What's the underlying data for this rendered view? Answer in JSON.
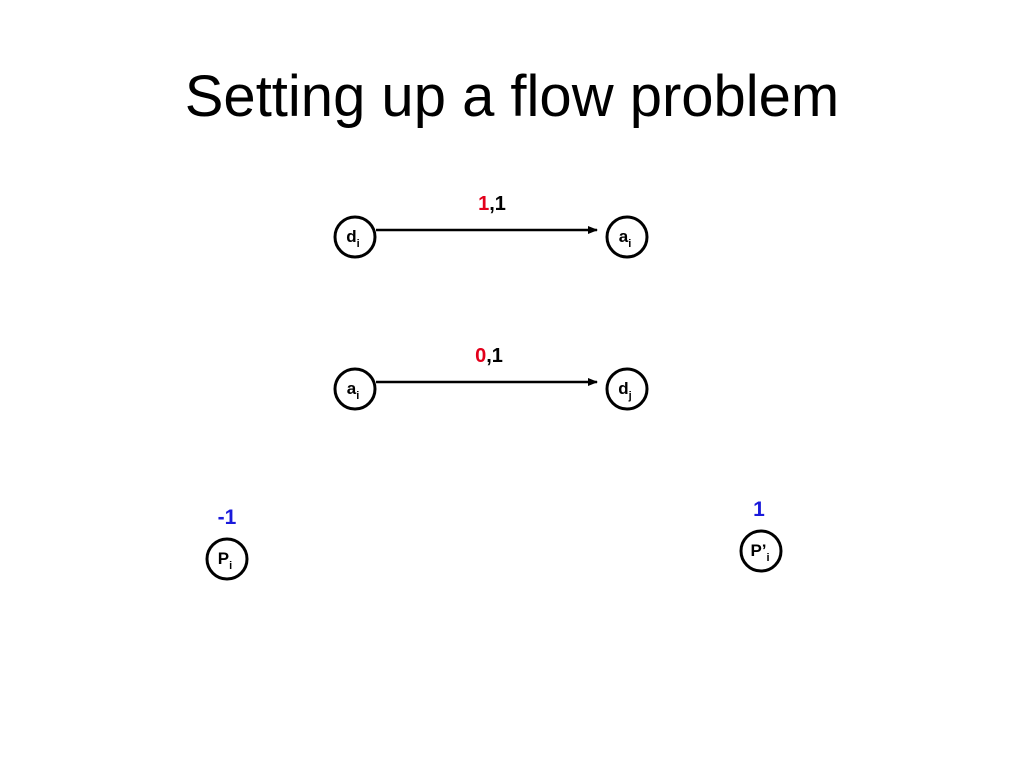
{
  "title": "Setting up a flow problem",
  "colors": {
    "flow_value": "#e3001b",
    "supply_value": "#1a1adb",
    "ink": "#000000"
  },
  "edges": [
    {
      "from": {
        "base": "d",
        "sub": "i"
      },
      "to": {
        "base": "a",
        "sub": "i"
      },
      "label_flow": "1",
      "label_rest": ",1"
    },
    {
      "from": {
        "base": "a",
        "sub": "i"
      },
      "to": {
        "base": "d",
        "sub": "j"
      },
      "label_flow": "0",
      "label_rest": ",1"
    }
  ],
  "supply_nodes": [
    {
      "base": "P",
      "sub": "i",
      "supply": "-1"
    },
    {
      "base": "P’",
      "sub": "i",
      "supply": "1"
    }
  ]
}
